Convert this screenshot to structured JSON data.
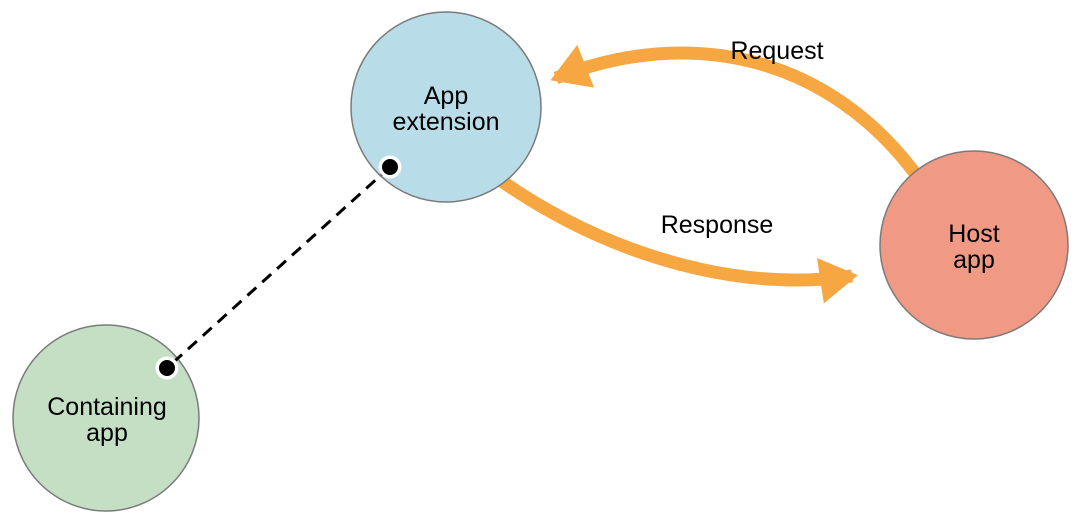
{
  "colors": {
    "app_extension_fill": "#b9dde8",
    "host_app_fill": "#f09a86",
    "containing_app_fill": "#c5dfc5",
    "arrow": "#f6a742",
    "node_border": "#7a7a7a",
    "connector": "#000000",
    "dot_fill": "#000000",
    "dot_ring": "#ffffff",
    "text": "#000000"
  },
  "nodes": {
    "app_extension": {
      "lines": [
        "App",
        "extension"
      ]
    },
    "host_app": {
      "lines": [
        "Host",
        "app"
      ]
    },
    "containing_app": {
      "lines": [
        "Containing",
        "app"
      ]
    }
  },
  "arrows": {
    "request": {
      "label": "Request",
      "from": "host_app",
      "to": "app_extension"
    },
    "response": {
      "label": "Response",
      "from": "app_extension",
      "to": "host_app"
    }
  },
  "connector": {
    "style": "dashed",
    "endpoints": [
      "containing_app",
      "app_extension"
    ]
  }
}
